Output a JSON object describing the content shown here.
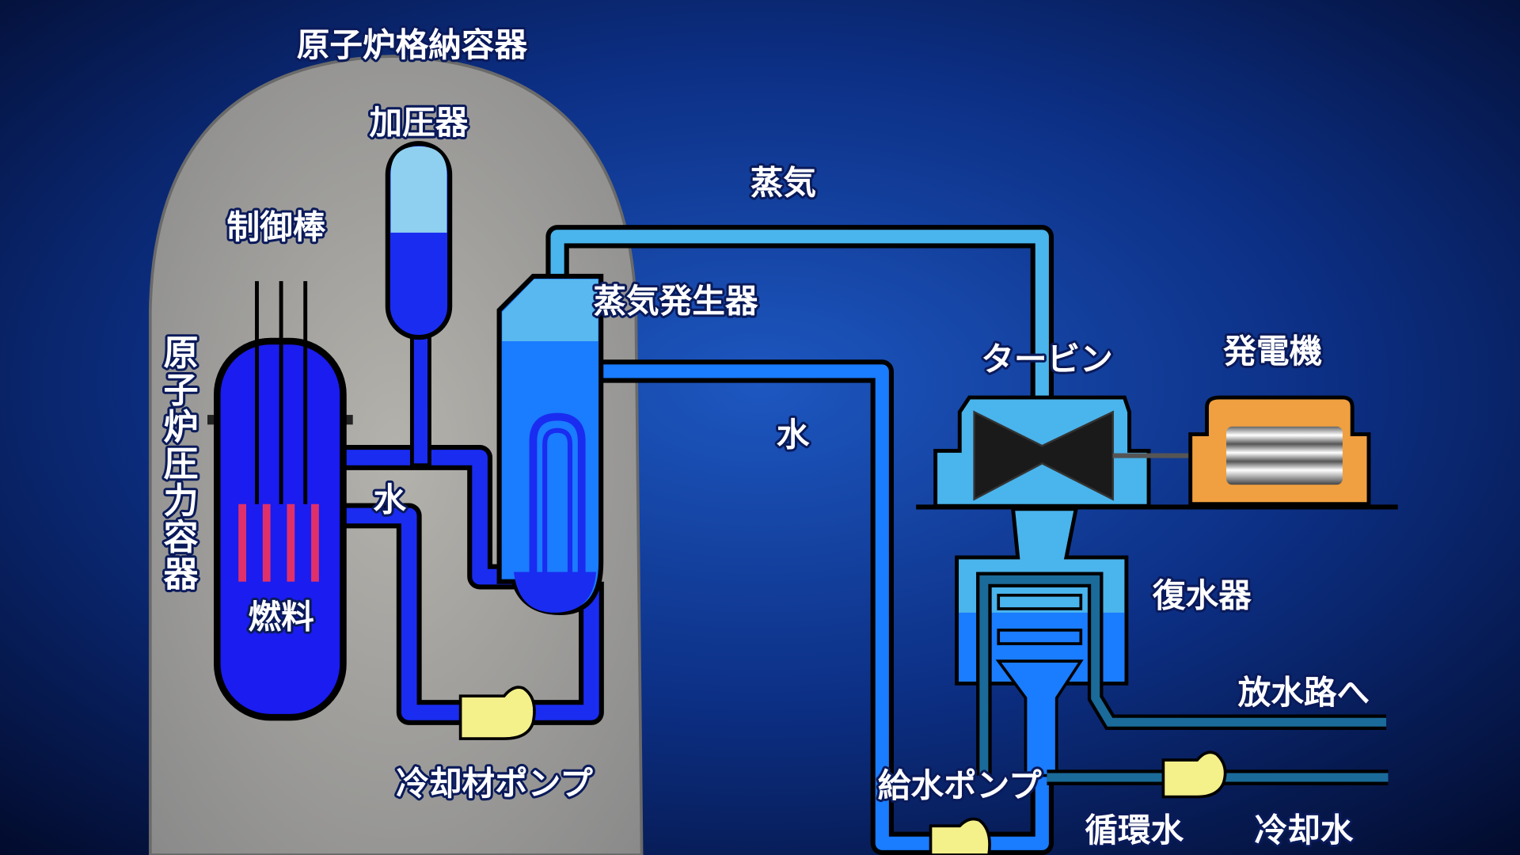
{
  "title": "加圧水型原子炉 (PWR) 概要図",
  "labels": {
    "containment": "原子炉格納容器",
    "pressurizer": "加圧器",
    "control_rods": "制御棒",
    "pressure_vessel": "原子炉圧力容器",
    "fuel": "燃料",
    "primary_water": "水",
    "coolant_pump": "冷却材ポンプ",
    "steam": "蒸気",
    "steam_generator": "蒸気発生器",
    "secondary_water": "水",
    "turbine": "タービン",
    "generator": "発電機",
    "condenser": "復水器",
    "to_discharge": "放水路へ",
    "feed_pump": "給水ポンプ",
    "circulating_water": "循環水",
    "cooling_water": "冷却水"
  },
  "colors": {
    "background": "#0a2a7a",
    "containment": "#a6a6a6",
    "primary_water": "#1a2cf0",
    "steam": "#4ab4ec",
    "secondary_water": "#1a7cff",
    "cooling_line": "#1a6a9a",
    "pump": "#f4f08a",
    "generator": "#f0a040",
    "fuel": "#e0306a"
  }
}
